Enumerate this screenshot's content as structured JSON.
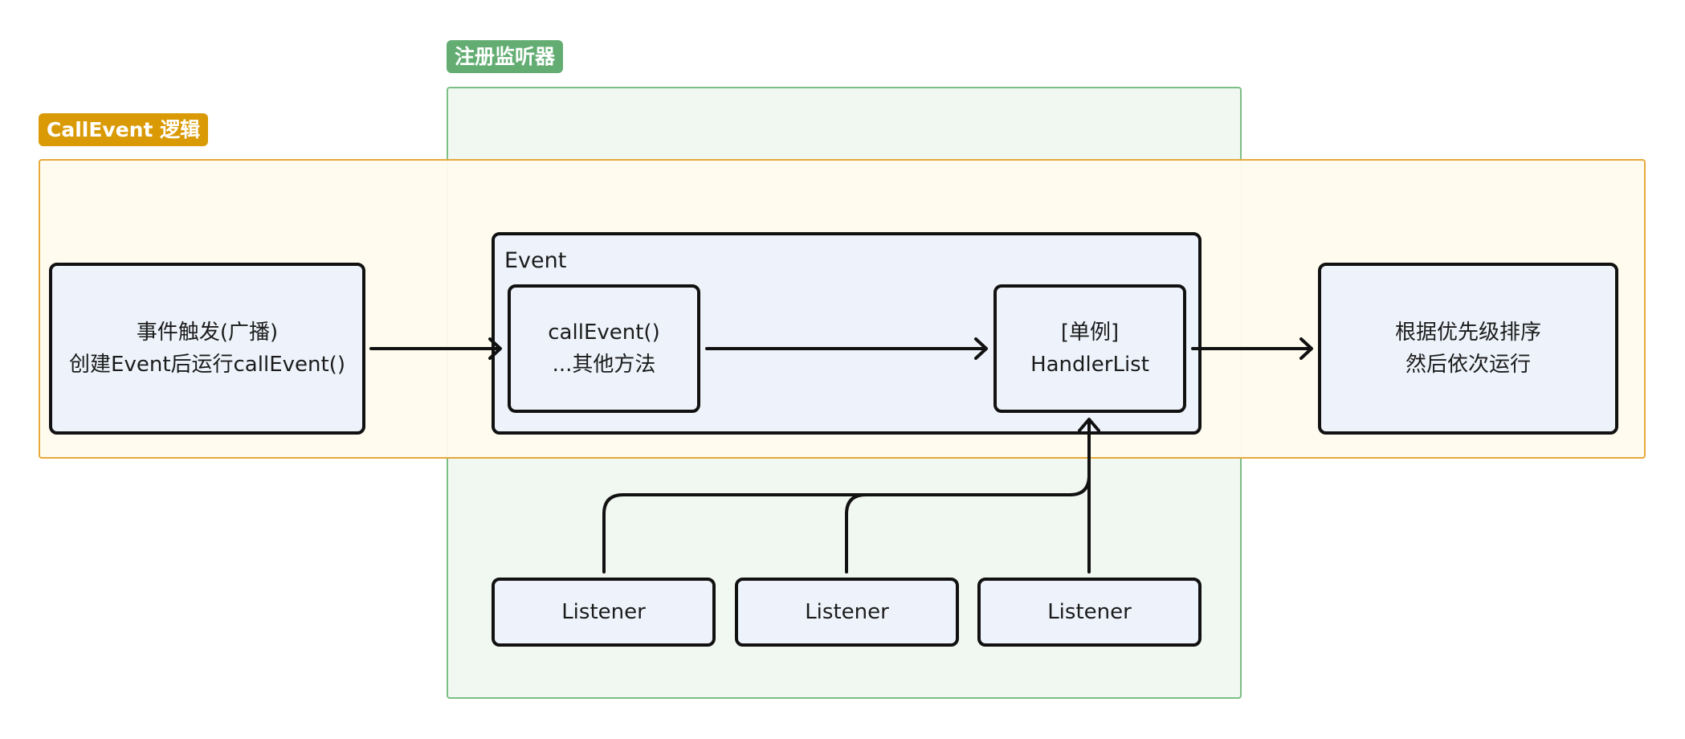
{
  "groups": {
    "register_listener": {
      "label": "注册监听器",
      "color": "#63ad73"
    },
    "call_event_logic": {
      "label": "CallEvent 逻辑",
      "color": "#d99a06"
    }
  },
  "nodes": {
    "trigger": {
      "line1": "事件触发(广播)",
      "line2": "创建Event后运行callEvent()"
    },
    "event": {
      "title": "Event"
    },
    "call_event": {
      "line1": "callEvent()",
      "line2": "...其他方法"
    },
    "handler_list": {
      "line1": "[单例]",
      "line2": "HandlerList"
    },
    "sort_run": {
      "line1": "根据优先级排序",
      "line2": "然后依次运行"
    },
    "listeners": [
      {
        "label": "Listener"
      },
      {
        "label": "Listener"
      },
      {
        "label": "Listener"
      }
    ]
  },
  "edges": [
    {
      "from": "trigger",
      "to": "event"
    },
    {
      "from": "call_event",
      "to": "handler_list"
    },
    {
      "from": "event",
      "to": "sort_run"
    },
    {
      "from": "listeners.0",
      "to": "handler_list"
    },
    {
      "from": "listeners.1",
      "to": "handler_list"
    },
    {
      "from": "listeners.2",
      "to": "handler_list"
    }
  ],
  "colors": {
    "node_fill": "#eef3fb",
    "node_border": "#111111",
    "green_region_fill": "#f1f7f1",
    "yellow_region_fill": "#fffbed"
  }
}
